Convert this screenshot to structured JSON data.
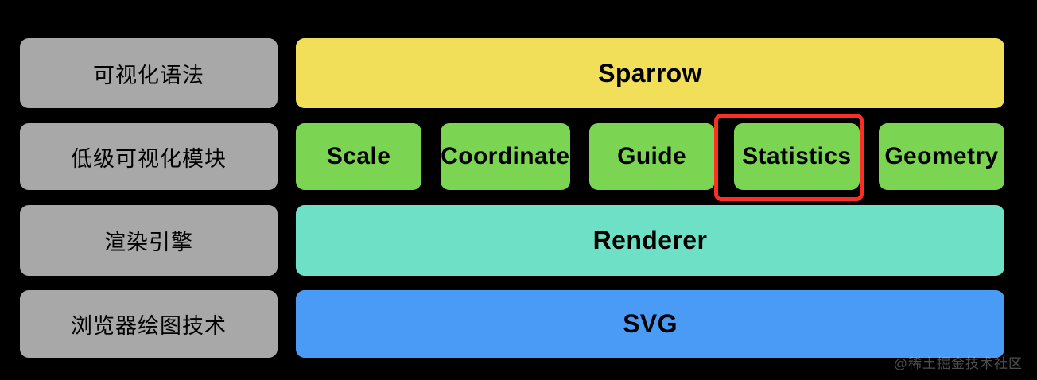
{
  "diagram": {
    "title": "Sparrow visualization architecture stack",
    "colors": {
      "background": "#000000",
      "label_gray": "#a8a8a8",
      "yellow": "#f2df59",
      "green": "#7bd553",
      "teal": "#6ee0c5",
      "blue": "#4a9bf5",
      "highlight_red": "#fb2f25",
      "text": "#000000"
    },
    "rows": [
      {
        "label": "可视化语法",
        "layer": "grammar",
        "items": [
          {
            "text": "Sparrow",
            "color": "yellow",
            "highlighted": false
          }
        ]
      },
      {
        "label": "低级可视化模块",
        "layer": "modules",
        "items": [
          {
            "text": "Scale",
            "color": "green",
            "highlighted": false
          },
          {
            "text": "Coordinate",
            "color": "green",
            "highlighted": false
          },
          {
            "text": "Guide",
            "color": "green",
            "highlighted": false
          },
          {
            "text": "Statistics",
            "color": "green",
            "highlighted": true
          },
          {
            "text": "Geometry",
            "color": "green",
            "highlighted": false
          }
        ]
      },
      {
        "label": "渲染引擎",
        "layer": "renderer",
        "items": [
          {
            "text": "Renderer",
            "color": "teal",
            "highlighted": false
          }
        ]
      },
      {
        "label": "浏览器绘图技术",
        "layer": "browser",
        "items": [
          {
            "text": "SVG",
            "color": "blue",
            "highlighted": false
          }
        ]
      }
    ],
    "highlight": {
      "target": "Statistics",
      "color": "#fb2f25"
    },
    "watermark": "@稀土掘金技术社区"
  }
}
